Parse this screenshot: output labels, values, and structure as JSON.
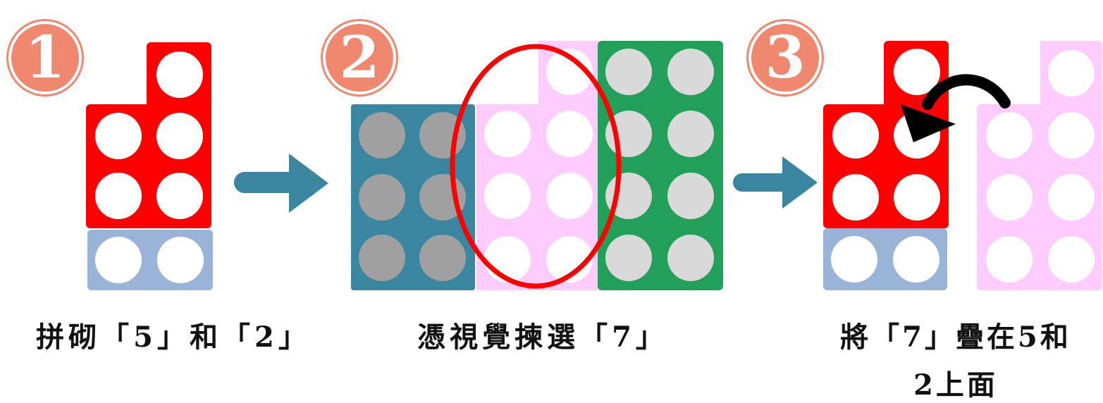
{
  "steps": [
    {
      "number": "1",
      "caption": "拼砌「5」和「2」"
    },
    {
      "number": "2",
      "caption": "憑視覺揀選「7」"
    },
    {
      "number": "3",
      "caption_line1": "將「7」疊在5和",
      "caption_line2": "2上面"
    }
  ],
  "colors": {
    "badge": "#f0876f",
    "piece_five": "#ff0000",
    "piece_two": "#9ab4d8",
    "piece_seven": "#ffccff",
    "piece_six": "#3a86a0",
    "piece_eight": "#22a05a",
    "arrow": "#3a86a0",
    "selection_ring": "#ff0000"
  },
  "icons": [
    "step-number-badge",
    "right-arrow-icon",
    "curved-arrow-icon",
    "selection-ellipse"
  ]
}
